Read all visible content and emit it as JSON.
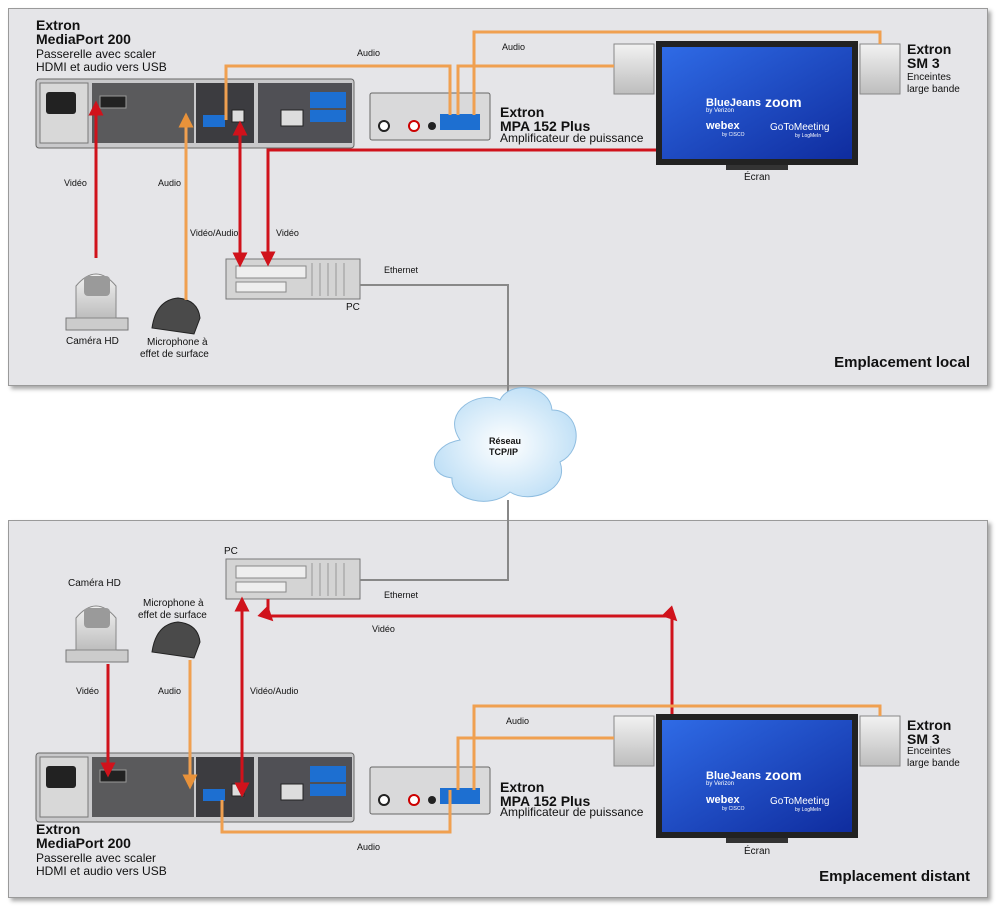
{
  "local": {
    "location_label": "Emplacement local",
    "mediaport": {
      "brand": "Extron",
      "model": "MediaPort 200",
      "line1": "Passerelle avec scaler",
      "line2": "HDMI et audio vers USB"
    },
    "amp": {
      "brand": "Extron",
      "model": "MPA 152 Plus",
      "desc": "Amplificateur de puissance"
    },
    "speakers": {
      "brand": "Extron",
      "model": "SM 3",
      "line1": "Enceintes",
      "line2": "large bande"
    },
    "screen_label": "Écran",
    "pc_label": "PC",
    "camera_label": "Caméra HD",
    "mic_line1": "Microphone à",
    "mic_line2": "effet de surface",
    "ethernet_label": "Ethernet",
    "conn": {
      "video_cam": "Vidéo",
      "audio_mic": "Audio",
      "video_audio": "Vidéo/Audio",
      "video_pc": "Vidéo",
      "audio_amp": "Audio",
      "audio_spk": "Audio"
    }
  },
  "network": {
    "line1": "Réseau",
    "line2": "TCP/IP"
  },
  "remote": {
    "location_label": "Emplacement distant",
    "mediaport": {
      "brand": "Extron",
      "model": "MediaPort 200",
      "line1": "Passerelle avec scaler",
      "line2": "HDMI et audio vers USB"
    },
    "amp": {
      "brand": "Extron",
      "model": "MPA 152 Plus",
      "desc": "Amplificateur de puissance"
    },
    "speakers": {
      "brand": "Extron",
      "model": "SM 3",
      "line1": "Enceintes",
      "line2": "large bande"
    },
    "screen_label": "Écran",
    "pc_label": "PC",
    "camera_label": "Caméra HD",
    "mic_line1": "Microphone à",
    "mic_line2": "effet de surface",
    "ethernet_label": "Ethernet",
    "conn": {
      "video_cam": "Vidéo",
      "audio_mic": "Audio",
      "video_audio": "Vidéo/Audio",
      "video_pc": "Vidéo",
      "audio_amp": "Audio",
      "audio_spk": "Audio"
    }
  },
  "apps": {
    "bluejeans": "BlueJeans",
    "bluejeans_sub": "by Verizon",
    "zoom": "zoom",
    "webex": "webex",
    "webex_sub": "by CISCO",
    "gotomeeting": "GoToMeeting",
    "gotomeeting_sub": "by LogMeIn"
  },
  "colors": {
    "video": "#d0121b",
    "audio": "#f0a050",
    "ethernet": "#888888",
    "panel": "#e5e5e8",
    "screen": "#1a44c8"
  }
}
